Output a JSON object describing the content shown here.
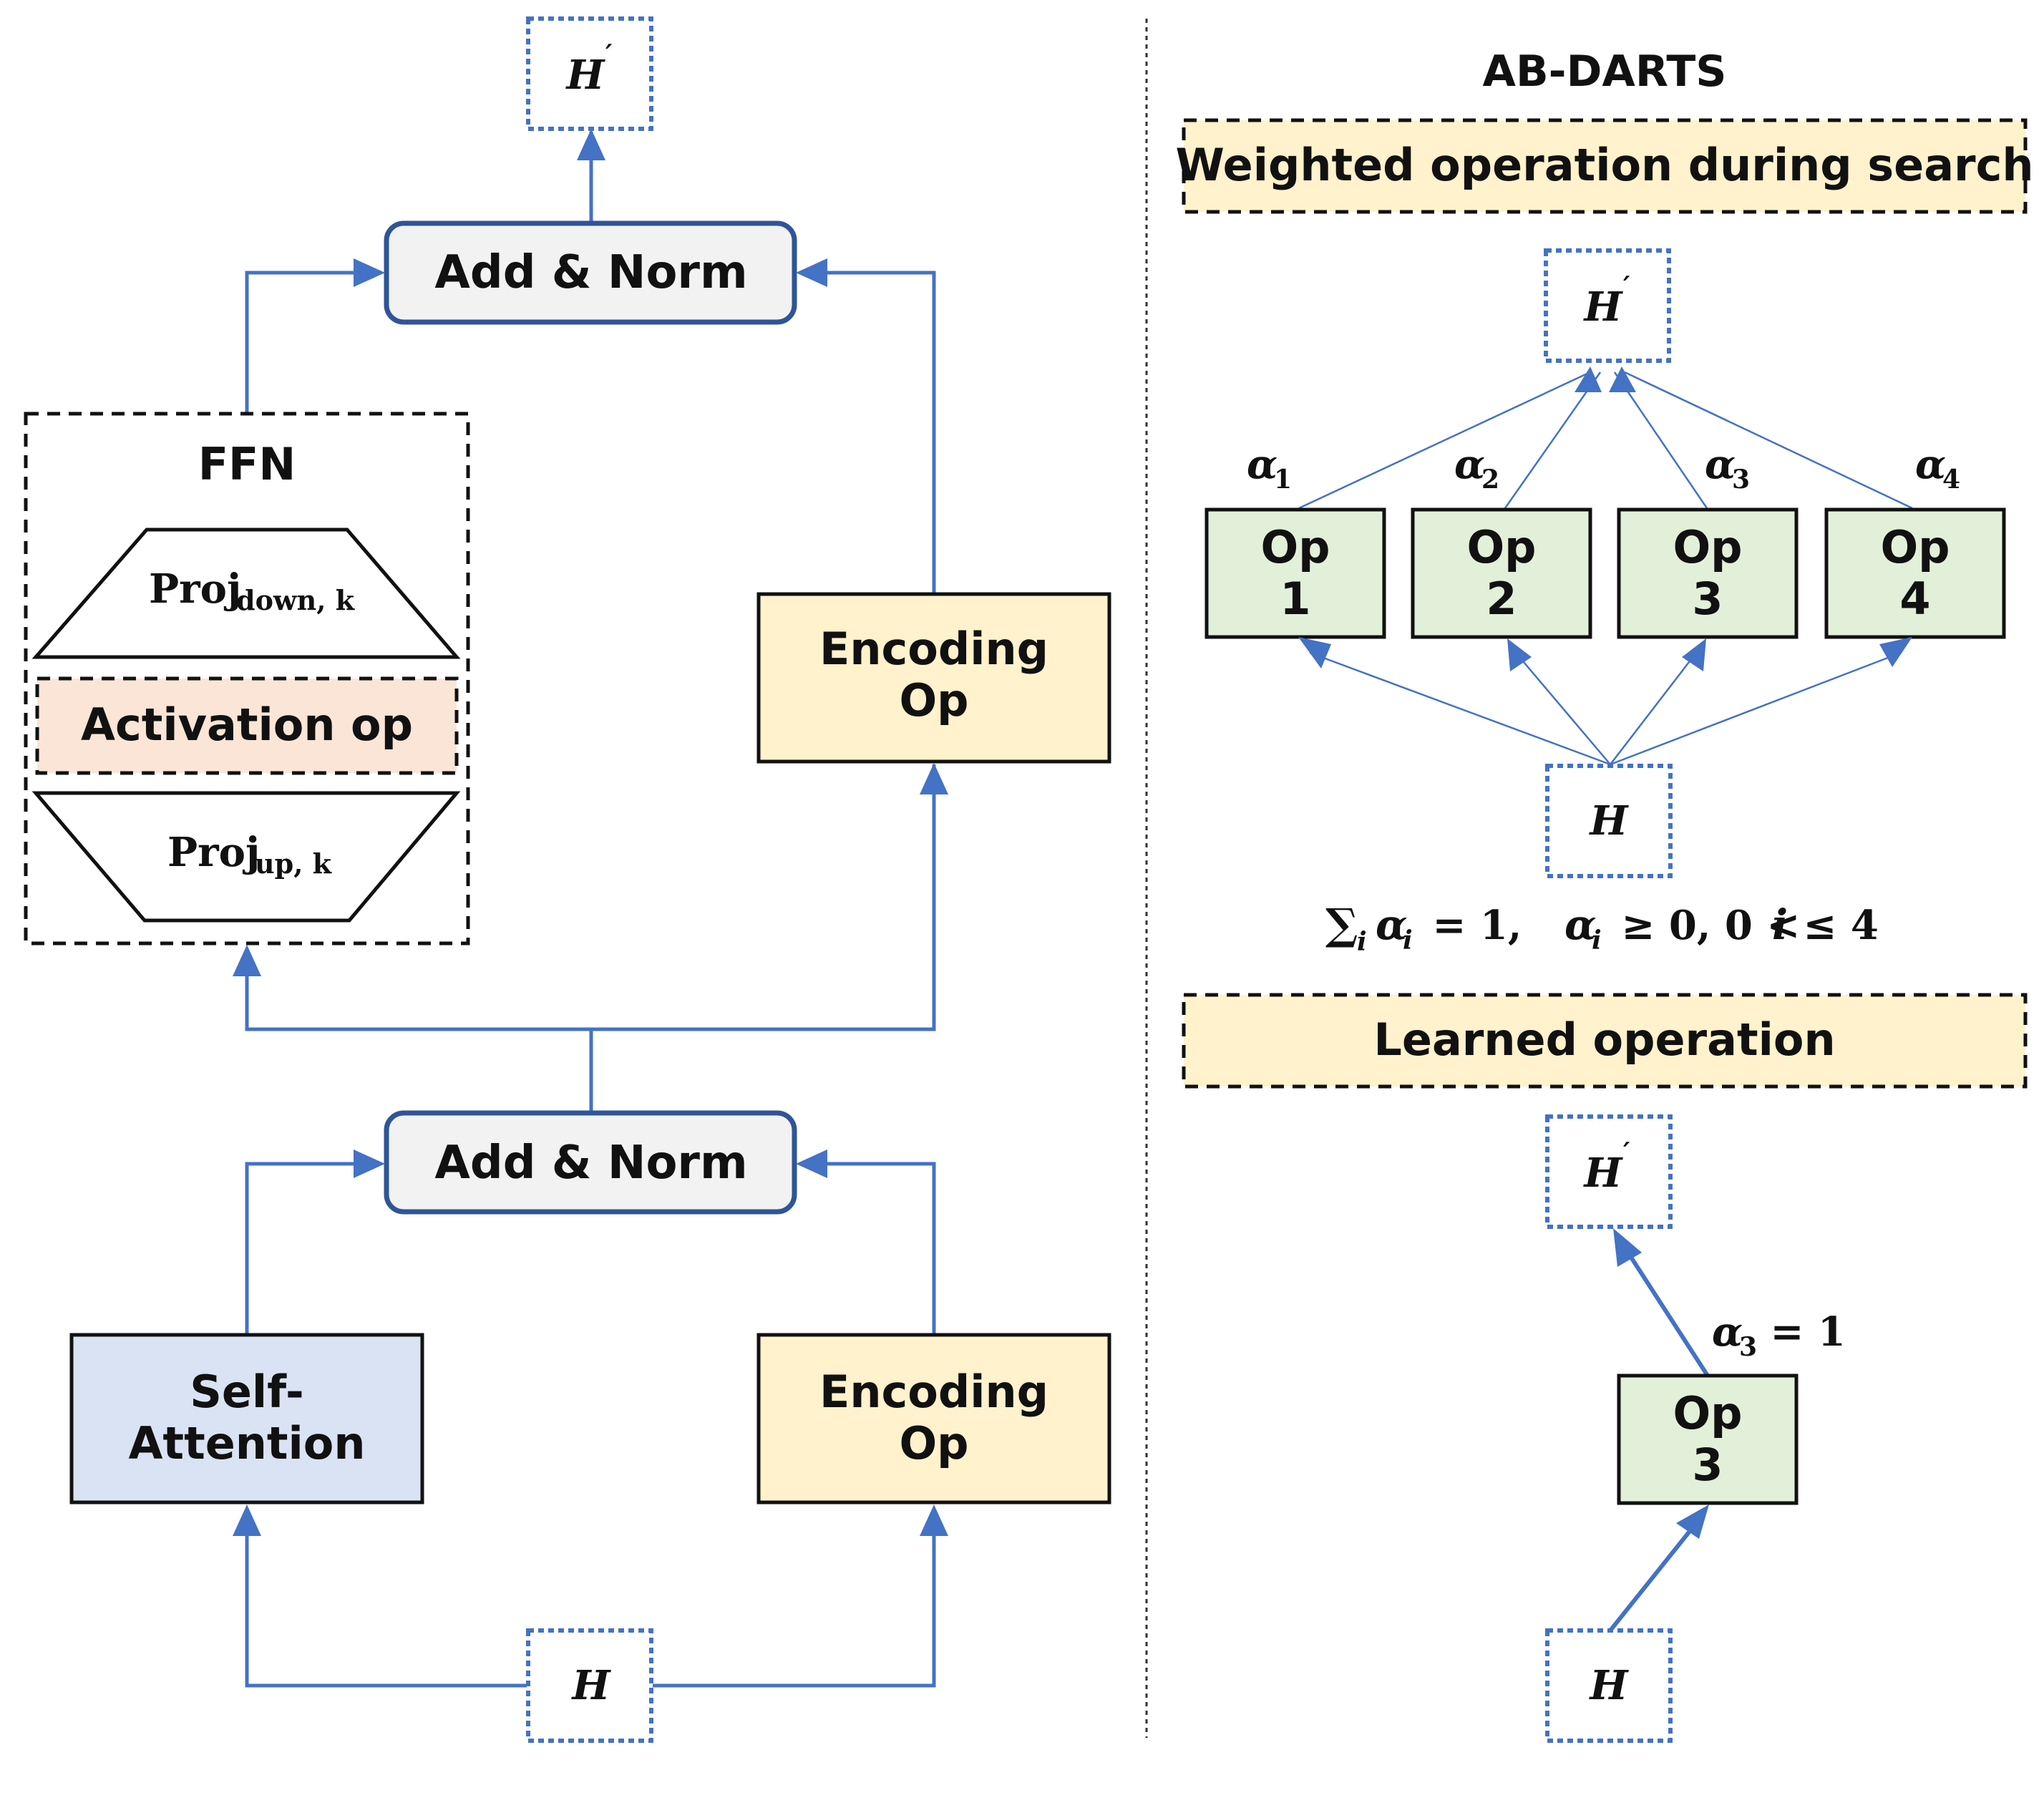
{
  "colors": {
    "arrow": "#4472C4",
    "add_norm_fill": "#F2F2F2",
    "encoding_fill": "#FFF2CC",
    "attention_fill": "#DAE3F3",
    "activation_fill": "#FBE5D6",
    "op_fill": "#E2F0D9",
    "banner_fill": "#FFF2CC"
  },
  "left": {
    "output_label": "H",
    "output_prime": "′",
    "input_label": "H",
    "add_norm_top": "Add & Norm",
    "add_norm_bottom": "Add & Norm",
    "ffn": {
      "title": "FFN",
      "proj_down": {
        "main": "Proj",
        "sub": "down, k"
      },
      "activation": "Activation op",
      "proj_up": {
        "main": "Proj",
        "sub": "up, k"
      }
    },
    "encoding_top": [
      "Encoding",
      "Op"
    ],
    "encoding_bottom": [
      "Encoding",
      "Op"
    ],
    "self_attention": [
      "Self-",
      "Attention"
    ]
  },
  "right": {
    "title": "AB-DARTS",
    "banner_search": "Weighted operation during search",
    "search_output": "H",
    "search_output_prime": "′",
    "search_input": "H",
    "alphas": [
      {
        "sym": "α",
        "sub": "1"
      },
      {
        "sym": "α",
        "sub": "2"
      },
      {
        "sym": "α",
        "sub": "3"
      },
      {
        "sym": "α",
        "sub": "4"
      }
    ],
    "ops": [
      [
        "Op",
        "1"
      ],
      [
        "Op",
        "2"
      ],
      [
        "Op",
        "3"
      ],
      [
        "Op",
        "4"
      ]
    ],
    "constraint": {
      "sum": "∑",
      "i": "i",
      "alpha": "α",
      "part1": " = 1, ",
      "part2": " ≥ 0, 0 <  ",
      "part3": "i",
      "part4": " ≤ 4"
    },
    "banner_learned": "Learned operation",
    "learned_output": "H",
    "learned_output_prime": "′",
    "learned_op": [
      "Op",
      "3"
    ],
    "learned_alpha": {
      "sym": "α",
      "sub": "3",
      "rest": " = 1"
    },
    "learned_input": "H"
  }
}
